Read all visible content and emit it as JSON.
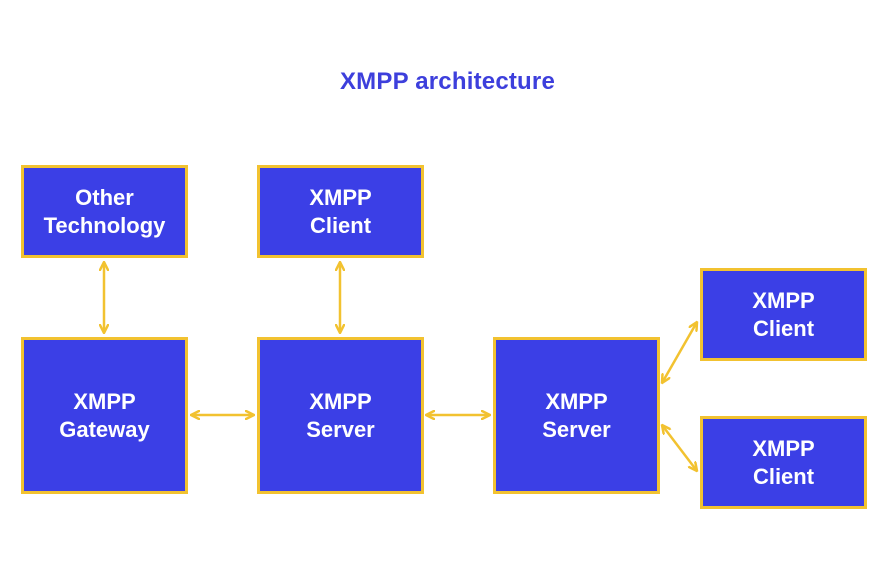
{
  "title": "XMPP architecture",
  "colors": {
    "box_fill": "#3b3fe6",
    "box_border": "#f2c230",
    "arrow": "#f2c230",
    "title": "#3d3fdc",
    "box_text": "#ffffff"
  },
  "nodes": {
    "other_technology": {
      "line1": "Other",
      "line2": "Technology"
    },
    "client_top": {
      "line1": "XMPP",
      "line2": "Client"
    },
    "gateway": {
      "line1": "XMPP",
      "line2": "Gateway"
    },
    "server_1": {
      "line1": "XMPP",
      "line2": "Server"
    },
    "server_2": {
      "line1": "XMPP",
      "line2": "Server"
    },
    "client_right_top": {
      "line1": "XMPP",
      "line2": "Client"
    },
    "client_right_bottom": {
      "line1": "XMPP",
      "line2": "Client"
    }
  },
  "edges": [
    {
      "from": "other_technology",
      "to": "gateway",
      "bidirectional": true
    },
    {
      "from": "client_top",
      "to": "server_1",
      "bidirectional": true
    },
    {
      "from": "gateway",
      "to": "server_1",
      "bidirectional": true
    },
    {
      "from": "server_1",
      "to": "server_2",
      "bidirectional": true
    },
    {
      "from": "server_2",
      "to": "client_right_top",
      "bidirectional": true
    },
    {
      "from": "server_2",
      "to": "client_right_bottom",
      "bidirectional": true
    }
  ]
}
